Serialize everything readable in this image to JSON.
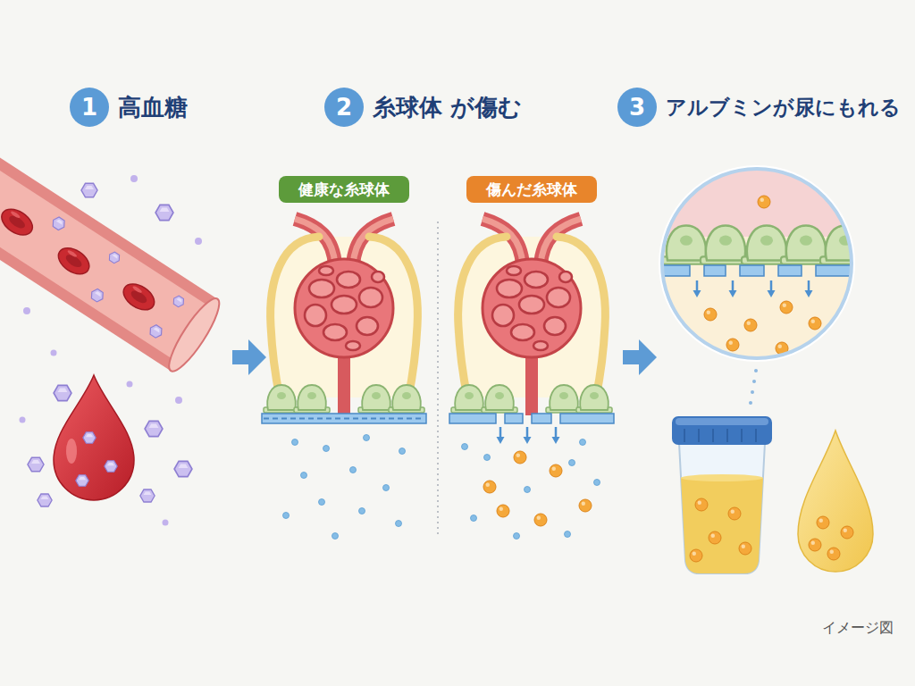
{
  "diagram": {
    "nodes": [
      {
        "text": [
          "1",
          "高血糖"
        ]
      },
      {
        "text": [
          "2",
          "糸球体 が傷む"
        ]
      },
      {
        "text": [
          "3",
          "アルブミンが尿にもれる"
        ]
      },
      {
        "text": [
          "健康な糸球体"
        ]
      },
      {
        "text": [
          "傷んだ糸球体"
        ]
      }
    ],
    "labels": [
      "イメージ図"
    ]
  }
}
